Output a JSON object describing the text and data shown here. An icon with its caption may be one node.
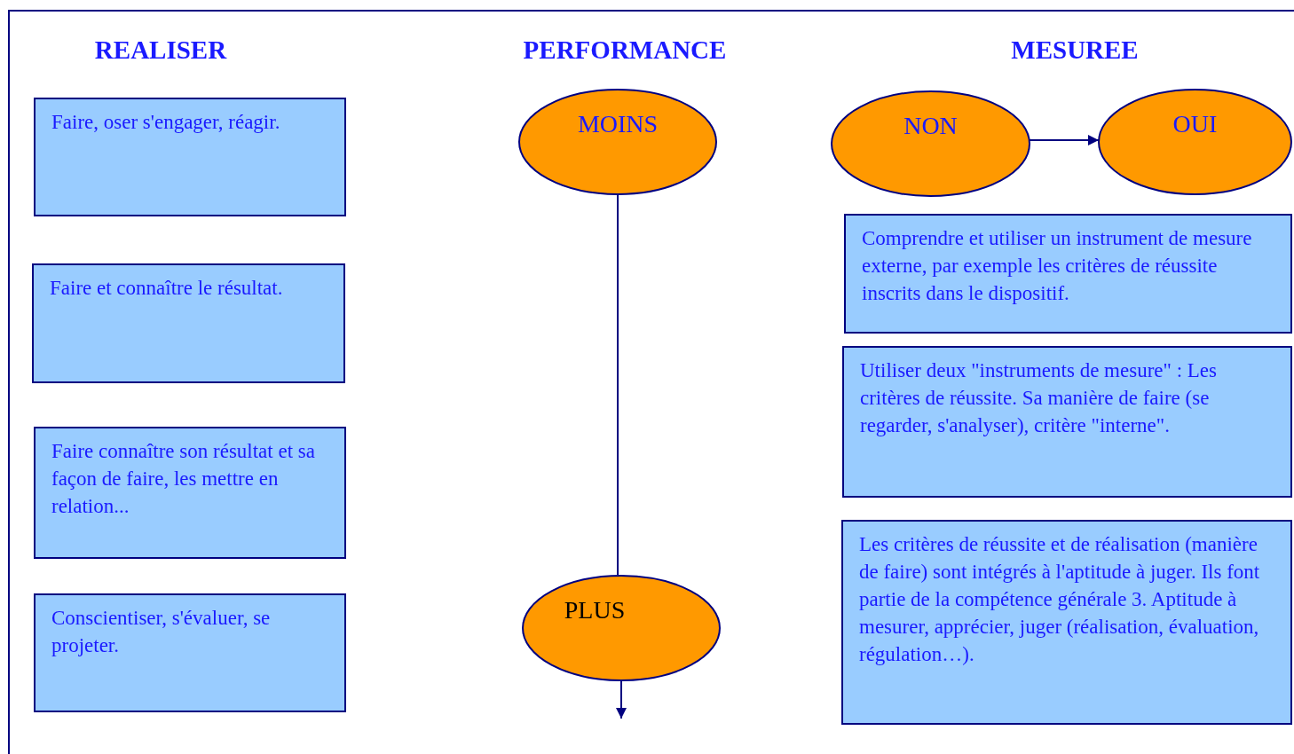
{
  "diagram": {
    "nodes": [
      {
        "text": [
          "Faire, oser s'engager, réagir."
        ]
      },
      {
        "text": [
          "Faire et connaître le résultat."
        ]
      },
      {
        "text": [
          "Faire connaître son résultat et sa façon de faire, les mettre en relation..."
        ]
      },
      {
        "text": [
          "Conscientiser, s'évaluer, se projeter."
        ]
      },
      {
        "text": [
          "MOINS"
        ]
      },
      {
        "text": [
          "PLUS"
        ]
      },
      {
        "text": [
          "NON"
        ]
      },
      {
        "text": [
          "OUI"
        ]
      },
      {
        "text": [
          "Comprendre et utiliser un instrument de mesure externe, par exemple les critères de réussite inscrits dans le dispositif."
        ]
      },
      {
        "text": [
          "Utiliser deux \"instruments de mesure\" : Les critères de réussite. Sa manière de faire (se regarder, s'analyser), critère \"interne\"."
        ]
      },
      {
        "text": [
          "Les critères de réussite et de réalisation (manière de faire) sont intégrés à l'aptitude à juger. Ils font partie de la compétence générale 3. Aptitude à mesurer, apprécier, juger (réalisation, évaluation, régulation…)."
        ]
      }
    ],
    "edges": [
      {
        "from": 4,
        "to": 5,
        "arrow": "none"
      },
      {
        "from": 5,
        "to": null,
        "arrow": "to"
      },
      {
        "from": 6,
        "to": 7,
        "arrow": "to"
      }
    ],
    "labels": [
      "REALISER",
      "PERFORMANCE",
      "MESUREE"
    ]
  }
}
